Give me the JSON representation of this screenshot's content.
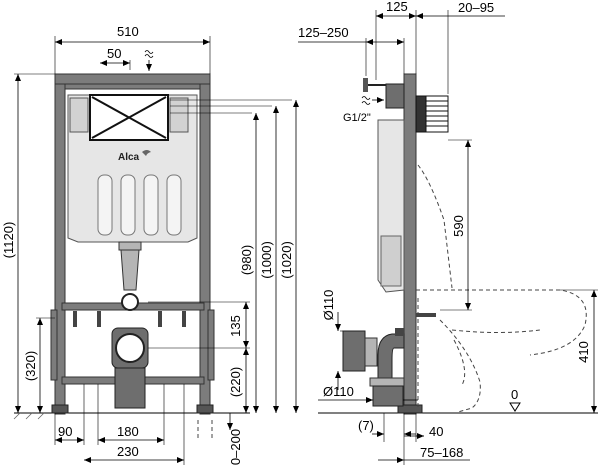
{
  "front_view": {
    "brand": "Alca",
    "dims": {
      "width": "510",
      "offset_top": "50",
      "height_total": "(1120)",
      "h_980": "(980)",
      "h_1000": "(1000)",
      "h_1020": "(1020)",
      "h_320": "(320)",
      "h_135": "135",
      "h_220": "(220)",
      "h_0_200": "0–200",
      "w_90": "90",
      "w_180": "180",
      "w_230": "230"
    }
  },
  "side_view": {
    "dims": {
      "d_125": "125",
      "d_20_95": "20–95",
      "d_125_250": "125–250",
      "thread": "G1/2\"",
      "h_590": "590",
      "dia_110_top": "Ø110",
      "dia_110_bottom": "Ø110",
      "h_410": "410",
      "zero": "0",
      "d_7": "(7)",
      "d_40": "40",
      "d_75_168": "75–168"
    }
  }
}
